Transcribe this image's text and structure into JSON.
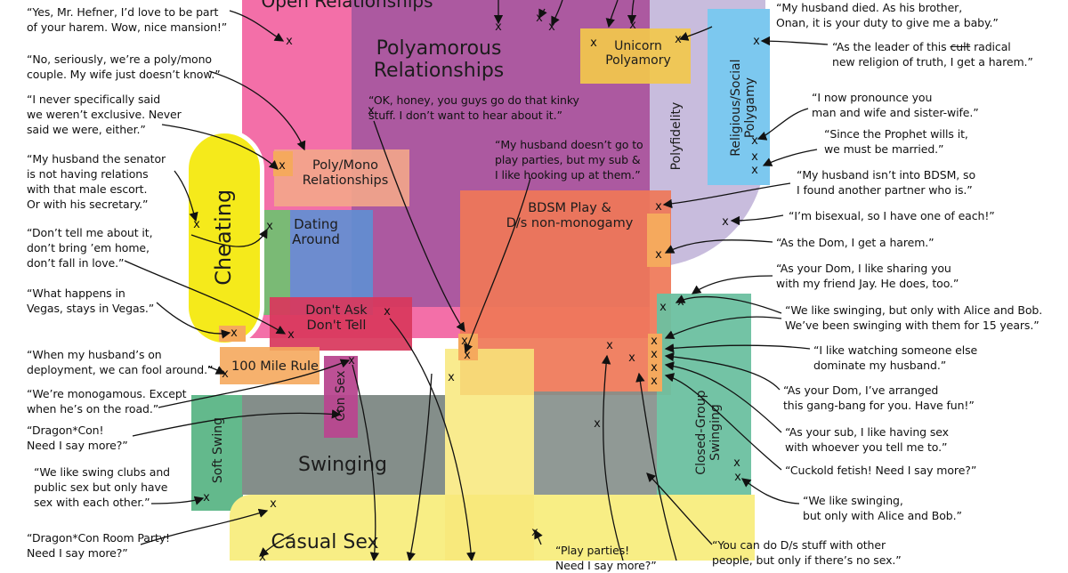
{
  "regions": {
    "open_relationships": "Open Relationships",
    "polyamorous_relationships": "Polyamorous\nRelationships",
    "unicorn_polyamory": "Unicorn\nPolyamory",
    "polyfidelity": "Polyfidelity",
    "religious_polygamy": "Religious/Social\nPolygamy",
    "poly_mono": "Poly/Mono\nRelationships",
    "cheating": "Cheating",
    "dating_around": "Dating\nAround",
    "dont_ask_dont_tell": "Don't Ask\nDon't Tell",
    "bdsm_play": "BDSM Play &\nD/s non-monogamy",
    "hundred_mile_rule": "100 Mile Rule",
    "con_sex": "Con Sex",
    "soft_swing": "Soft Swing",
    "swinging": "Swinging",
    "closed_group_swinging": "Closed-Group\nSwinging",
    "casual_sex": "Casual Sex"
  },
  "quotes_left": [
    "“Yes, Mr. Hefner, I’d love to be part\nof your harem. Wow, nice mansion!”",
    "“No, seriously, we’re a poly/mono\ncouple. My wife just doesn’t know.”",
    "“I never specifically said\nwe weren’t exclusive. Never\nsaid we were, either.”",
    "“My husband the senator\nis not having relations\nwith that male escort.\nOr with his secretary.”",
    "“Don’t tell me about it,\ndon’t bring ’em home,\ndon’t fall in love.”",
    "“What happens in\nVegas, stays in Vegas.”",
    "“When my husband’s on\ndeployment, we can fool around.”",
    "“We’re monogamous. Except\nwhen he’s on the road.”",
    "“Dragon*Con!\nNeed I say more?”",
    "“We like swing clubs and\npublic sex but only have\nsex with each other.”",
    "“Dragon*Con Room Party!\nNeed I say more?”"
  ],
  "quotes_center": [
    "“OK, honey, you guys go do that kinky\nstuff. I don’t want to hear about it.”",
    "“My husband doesn’t go to\nplay parties, but my sub &\nI like hooking up at them.”",
    "“Play parties!\nNeed I say more?”"
  ],
  "quotes_right": [
    "“My husband died. As his brother,\nOnan, it is your duty to give me a baby.”",
    "“I now pronounce you\nman and wife and sister-wife.”",
    "“Since the Prophet wills it,\nwe must be married.”",
    "“My husband isn’t into BDSM, so\nI found another partner who is.”",
    "“I’m bisexual, so I have one of each!”",
    "“As the Dom, I get a harem.”",
    "“As your Dom, I like sharing you\nwith my friend Jay. He does, too.”",
    "“We like swinging, but only with Alice and Bob.\nWe’ve been swinging with them for 15 years.”",
    "“I like watching someone else\ndominate my husband.”",
    "“As your Dom, I’ve arranged\nthis gang-bang for you. Have fun!”",
    "“As your sub, I like having sex\nwith whoever you tell me to.”",
    "“Cuckold fetish! Need I say more?”",
    "“We like swinging,\nbut only with Alice and Bob.”",
    "“You can do D/s stuff with other\npeople, but only if there’s no sex.”"
  ],
  "harem_quote": {
    "prefix": "“As the leader of this ",
    "struck": "cult",
    "suffix": " radical\nnew religion of truth, I get a harem.”"
  },
  "marker": "x",
  "colors": {
    "open": "#f36fa8",
    "poly": "#b05aa3",
    "unicorn": "#f2c84b",
    "polyfidelity": "#c4b7d9",
    "religious": "#79c6ee",
    "cheating": "#f5ea1b",
    "polymono": "#f3a27c",
    "dating": "#5aa6d6",
    "bdsm": "#ed7859",
    "dadt": "#d8385c",
    "swinging": "#838e8a",
    "softswing": "#63b98c",
    "closed": "#6cc0a0",
    "casual": "#f8ee85",
    "consex": "#b8478f",
    "mile": "#f5a95d"
  }
}
